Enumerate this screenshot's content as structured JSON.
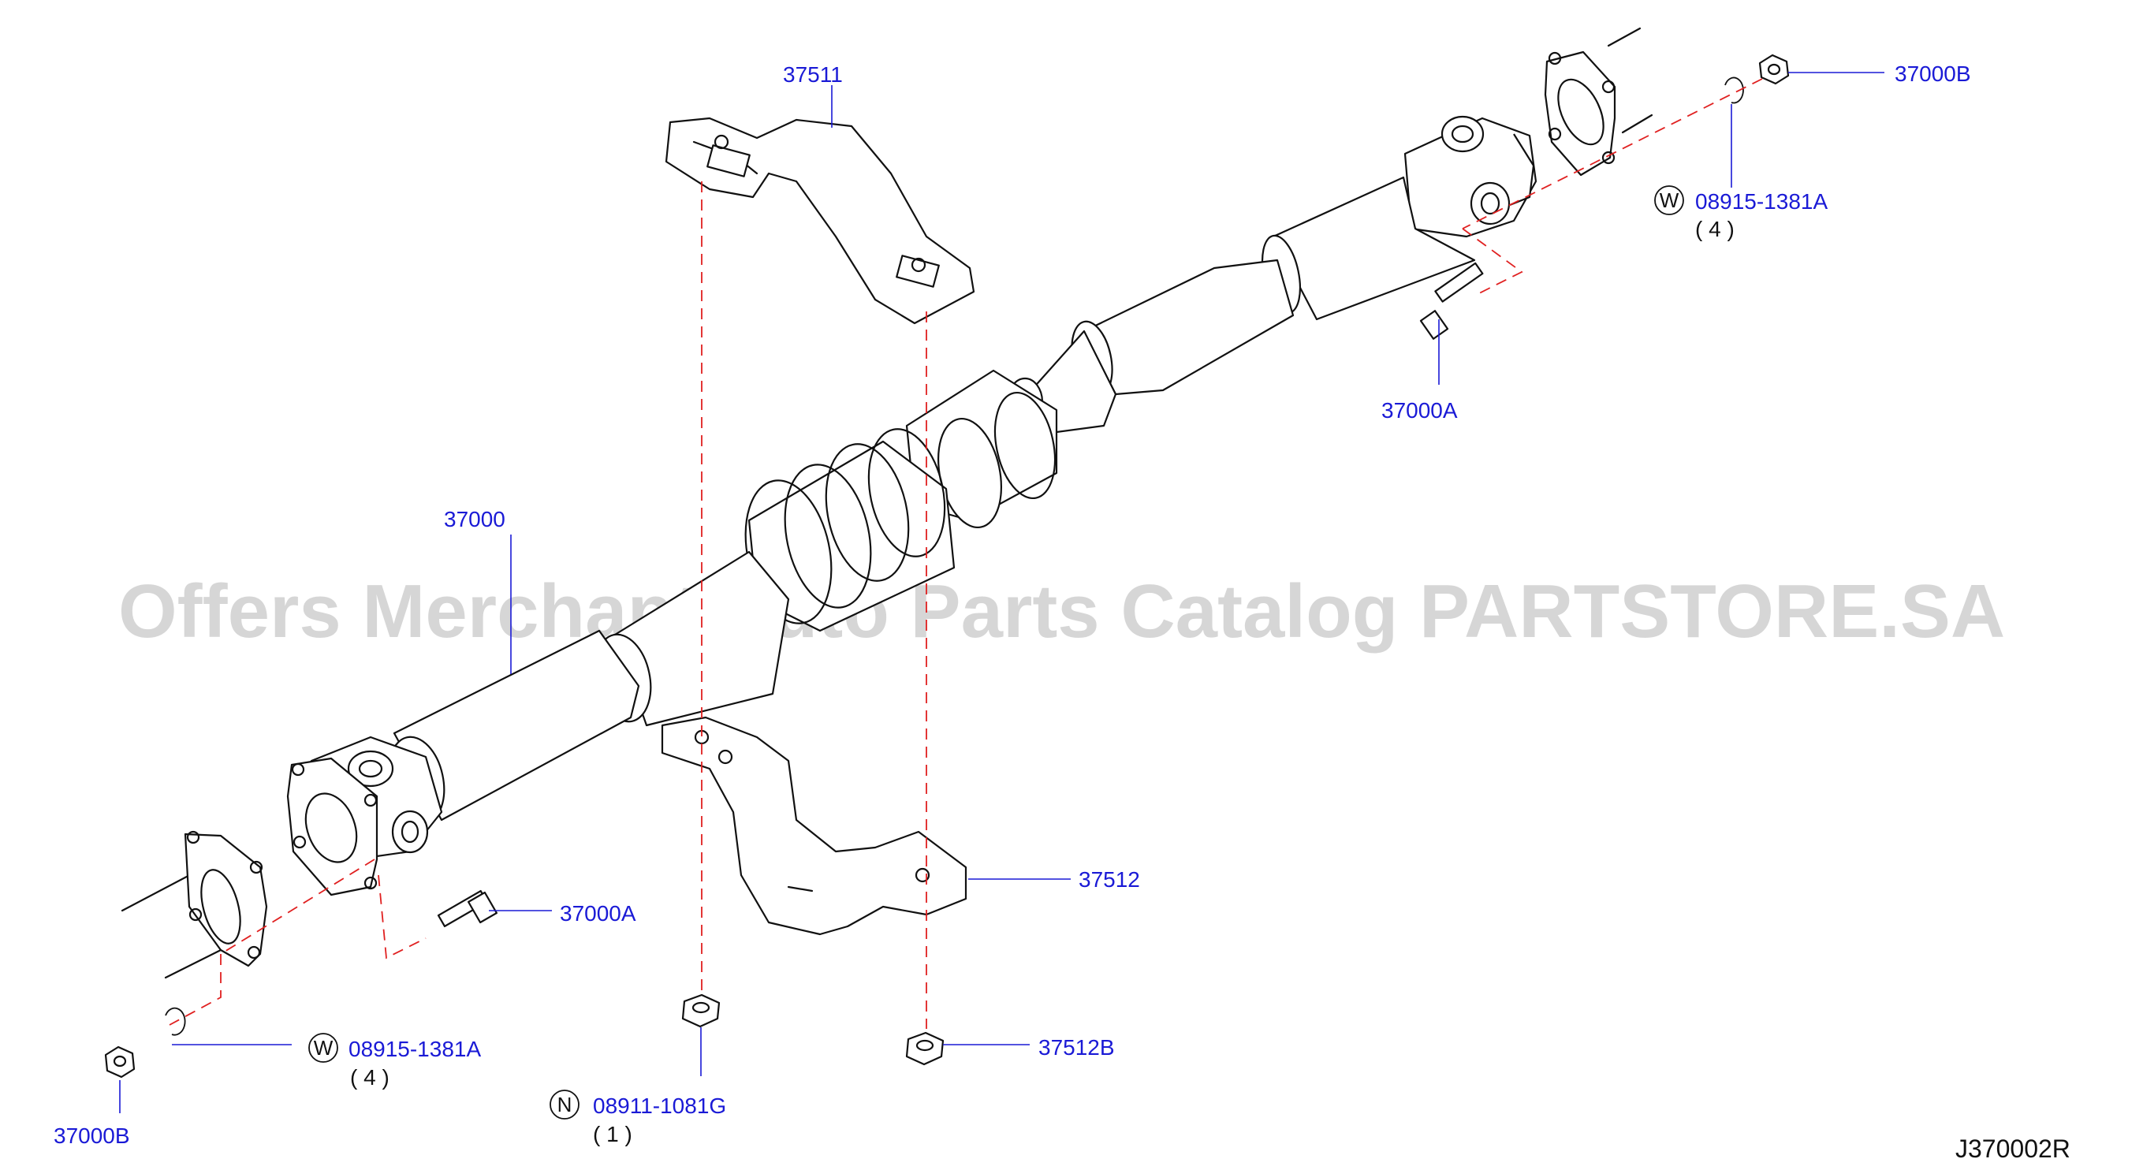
{
  "watermark": "Offers Merchant Auto Parts Catalog PARTSTORE.SA",
  "diagram_code": "J370002R",
  "callouts": {
    "support_upper": {
      "part_no": "37511"
    },
    "support_lower": {
      "part_no": "37512"
    },
    "propeller_shaft": {
      "part_no": "37000"
    },
    "bolt_front": {
      "part_no": "37000A"
    },
    "bolt_rear": {
      "part_no": "37000A"
    },
    "nut_front": {
      "part_no": "37000B"
    },
    "nut_rear": {
      "part_no": "37000B"
    },
    "washer_front": {
      "prefix": "W",
      "part_no": "08915-1381A",
      "qty": "( 4 )"
    },
    "washer_rear": {
      "prefix": "W",
      "part_no": "08915-1381A",
      "qty": "( 4 )"
    },
    "support_nut_left": {
      "prefix": "N",
      "part_no": "08911-1081G",
      "qty": "( 1 )"
    },
    "support_nut_right": {
      "part_no": "37512B"
    }
  },
  "colors": {
    "callout_text": "#1a1ad6",
    "leader": "#1a1ad6",
    "centerline": "#e02020",
    "linework": "#111111"
  }
}
